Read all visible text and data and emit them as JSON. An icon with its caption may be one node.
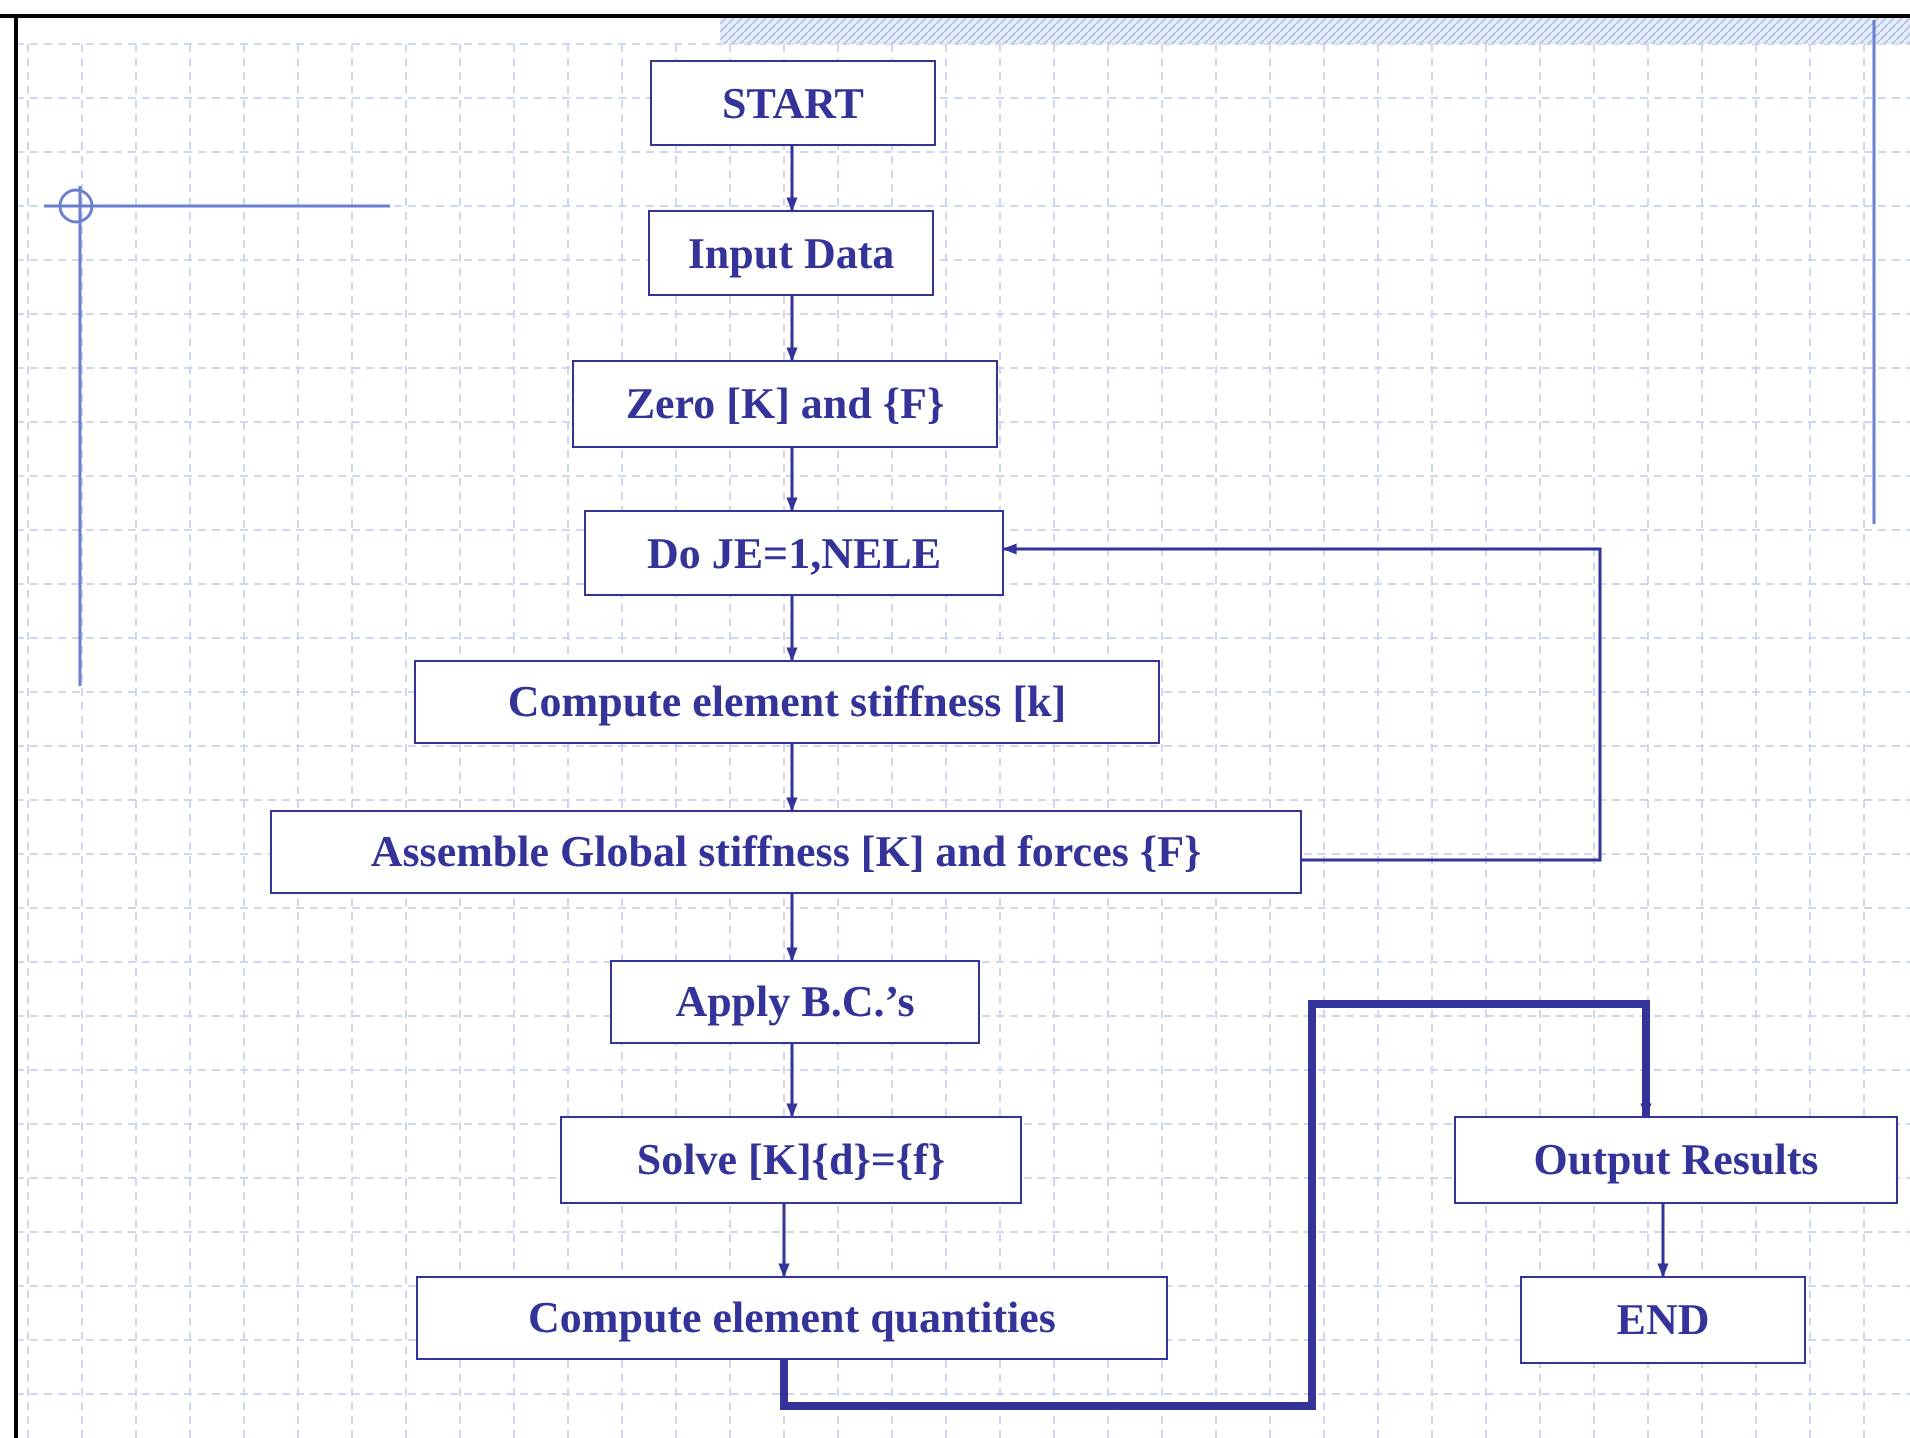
{
  "diagram": {
    "nodes": [
      {
        "text": [
          "START"
        ]
      },
      {
        "text": [
          "Input Data"
        ]
      },
      {
        "text": [
          "Zero [K] and {F}"
        ]
      },
      {
        "text": [
          "Do JE=1,NELE"
        ]
      },
      {
        "text": [
          "Compute element stiffness [k]"
        ]
      },
      {
        "text": [
          "Assemble Global stiffness [K] and forces {F}"
        ]
      },
      {
        "text": [
          "Apply B.C.’s"
        ]
      },
      {
        "text": [
          "Solve [K]{d}={f}"
        ]
      },
      {
        "text": [
          "Compute element quantities"
        ]
      },
      {
        "text": [
          "Output Results"
        ]
      },
      {
        "text": [
          "END"
        ]
      }
    ],
    "edges": [
      {
        "from": 0,
        "to": 1,
        "arrow": "to"
      },
      {
        "from": 1,
        "to": 2,
        "arrow": "to"
      },
      {
        "from": 2,
        "to": 3,
        "arrow": "to"
      },
      {
        "from": 3,
        "to": 4,
        "arrow": "to"
      },
      {
        "from": 4,
        "to": 5,
        "arrow": "to"
      },
      {
        "from": 5,
        "to": 6,
        "arrow": "to"
      },
      {
        "from": 6,
        "to": 7,
        "arrow": "to"
      },
      {
        "from": 7,
        "to": 8,
        "arrow": "to"
      },
      {
        "from": 5,
        "to": 3,
        "arrow": "to"
      },
      {
        "from": 8,
        "to": 9,
        "arrow": "to",
        "style": "thick"
      },
      {
        "from": 9,
        "to": 10,
        "arrow": "to"
      }
    ]
  }
}
